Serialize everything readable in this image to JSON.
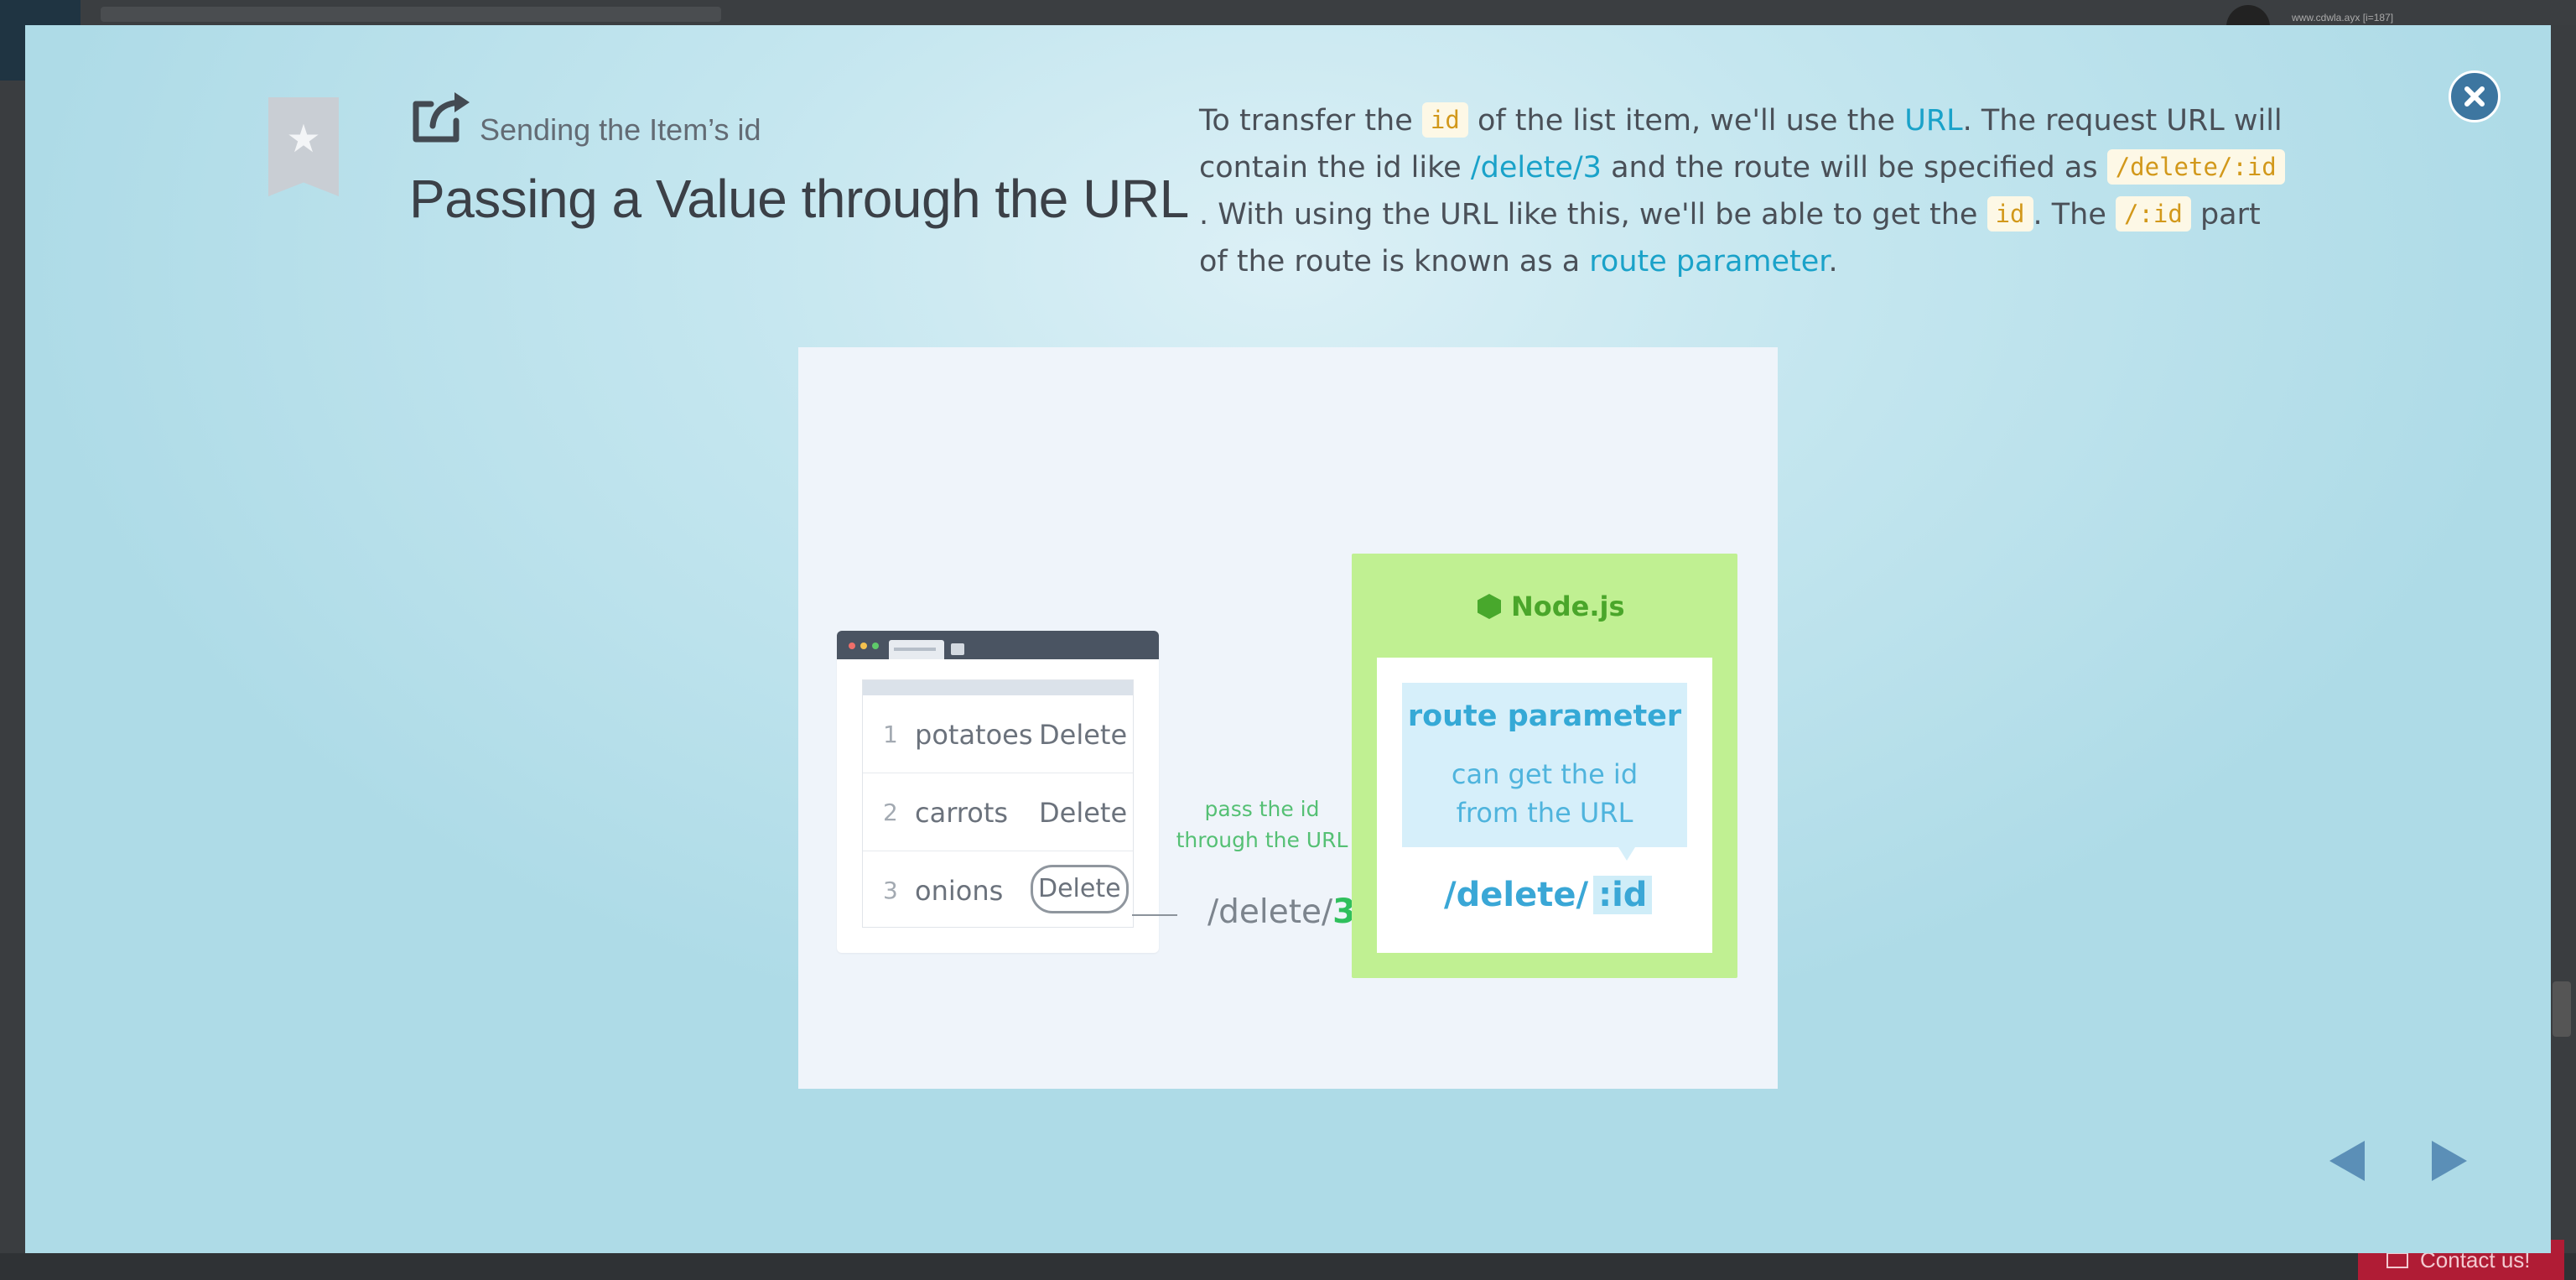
{
  "background": {
    "user_text": "www.cdwla.ayx [i=187]",
    "contact_label": "Contact us!"
  },
  "header": {
    "subtitle": "Sending the Item’s id",
    "title": "Passing a Value through the URL"
  },
  "description": {
    "s1": "To transfer the ",
    "c1": "id",
    "s2": " of the list item, we'll use the ",
    "l1": "URL",
    "s3": ". The request URL will contain the id like ",
    "l2": "/delete/3",
    "s4": " and the route will be specified as ",
    "c2": "/delete/:id",
    "s5": ". With using the URL like this, we'll be able to get the ",
    "c3": "id",
    "s6": ". The ",
    "c4": "/:id",
    "s7": " part of the route is known as a ",
    "l3": "route parameter",
    "s8": "."
  },
  "illustration": {
    "list_items": [
      {
        "num": "1",
        "name": "potatoes",
        "action": "Delete"
      },
      {
        "num": "2",
        "name": "carrots",
        "action": "Delete"
      },
      {
        "num": "3",
        "name": "onions",
        "action": "Delete"
      }
    ],
    "pass_label_line1": "pass the id",
    "pass_label_line2": "through the URL",
    "path_prefix": "/delete/",
    "path_id": "3",
    "node_label": "Node.js",
    "bubble_title": "route parameter",
    "bubble_line1": "can get the id",
    "bubble_line2": "from the URL",
    "route_prefix": "/delete/",
    "route_param": ":id"
  },
  "colors": {
    "accent_link": "#1aa2c9",
    "code_text": "#d2981a",
    "node_green": "#c0f092",
    "close_button": "#3d76a0"
  },
  "icons": {
    "bookmark": "bookmark-star-icon",
    "external": "external-link-icon",
    "close": "close-icon",
    "prev": "triangle-left-icon",
    "next": "triangle-right-icon"
  }
}
